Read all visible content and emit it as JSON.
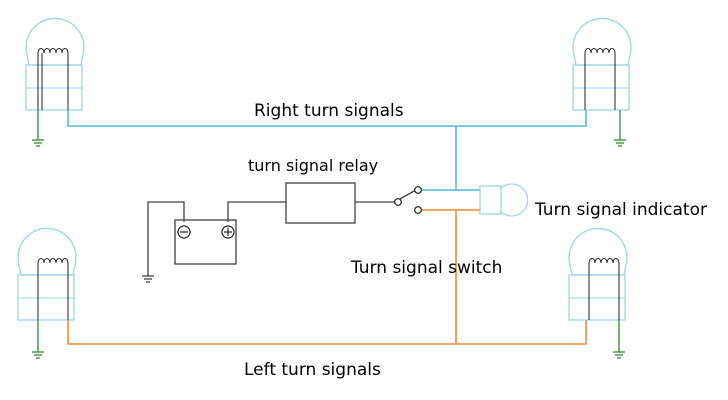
{
  "labels": {
    "right_turn_signals": "Right turn signals",
    "turn_signal_relay": "turn signal relay",
    "turn_signal_indicator": "Turn signal indicator",
    "turn_signal_switch": "Turn signal switch",
    "left_turn_signals": "Left turn signals"
  },
  "colors": {
    "right_circuit_wire": "#53b8dc",
    "left_circuit_wire": "#f08a3a",
    "ground_wire": "#2e8b2e",
    "supply_wire": "#404040",
    "lamp_glass": "#9ad6e6"
  },
  "components": {
    "lamps": [
      "front-right-lamp",
      "rear-right-lamp",
      "front-left-lamp",
      "rear-left-lamp"
    ],
    "relay": "turn-signal-relay",
    "battery": "battery",
    "switch": "turn-signal-switch",
    "indicator": "turn-signal-indicator-lamp"
  }
}
